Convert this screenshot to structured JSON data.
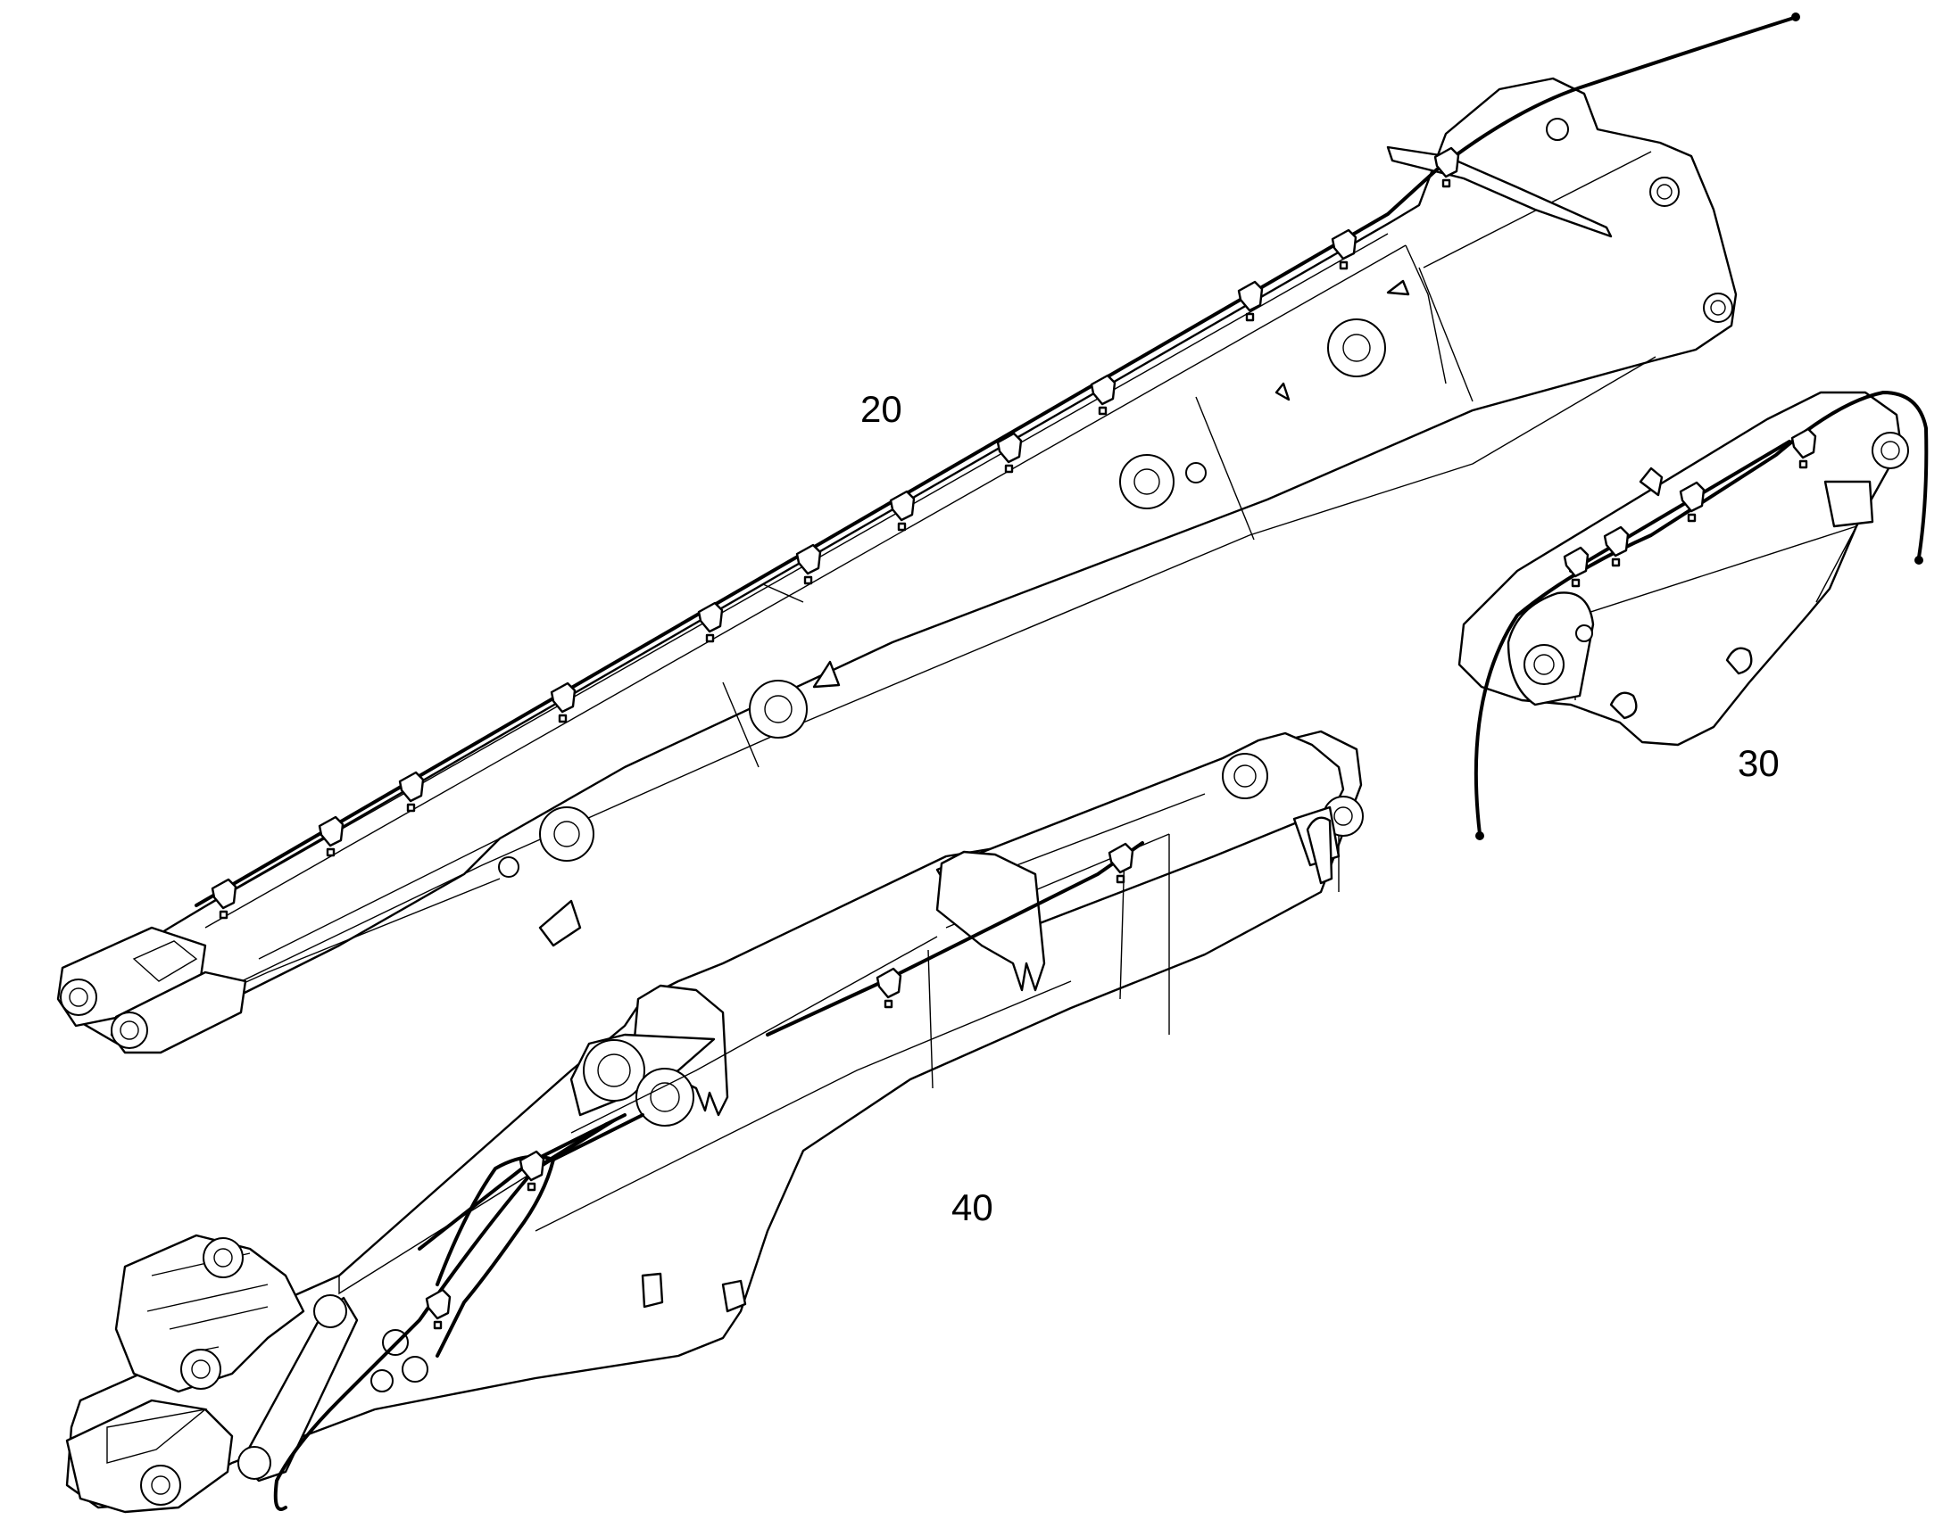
{
  "callouts": {
    "boom": "20",
    "arm_link": "30",
    "dipper_arm": "40"
  },
  "colors": {
    "background": "#ffffff",
    "line": "#000000"
  }
}
